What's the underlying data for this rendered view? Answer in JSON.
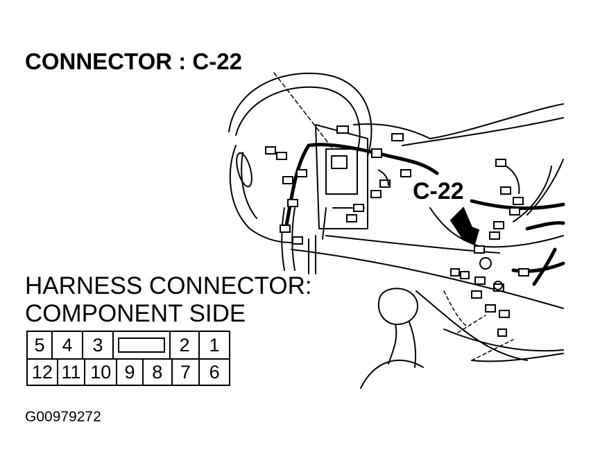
{
  "diagram": {
    "title": "CONNECTOR : C-22",
    "callout_label": "C-22",
    "harness_heading_line1": "HARNESS CONNECTOR:",
    "harness_heading_line2": "COMPONENT SIDE",
    "pinout": {
      "top_row": [
        "5",
        "4",
        "3",
        "",
        "2",
        "1"
      ],
      "bottom_row": [
        "12",
        "11",
        "10",
        "9",
        "8",
        "7",
        "6"
      ]
    },
    "figure_id": "G00979272"
  }
}
